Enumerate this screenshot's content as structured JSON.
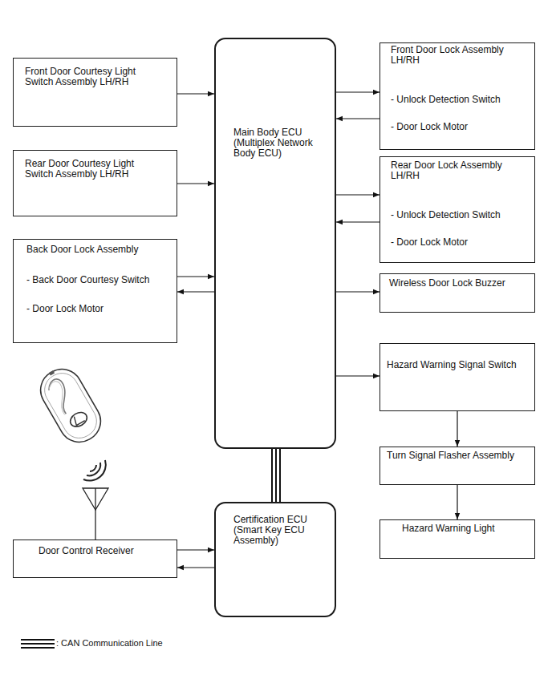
{
  "diagram": {
    "nodes": [
      {
        "text": [
          "Front Door Courtesy Light Switch Assembly LH/RH"
        ]
      },
      {
        "text": [
          "Main Body ECU (Multiplex Network Body ECU)"
        ]
      },
      {
        "text": [
          "Front Door Lock Assembly LH/RH",
          "- Unlock Detection Switch",
          "- Door Lock Motor"
        ]
      },
      {
        "text": [
          "Rear Door Courtesy Light Switch Assembly LH/RH"
        ]
      },
      {
        "text": [
          "Rear Door Lock Assembly LH/RH",
          "- Unlock Detection Switch",
          "- Door Lock Motor"
        ]
      },
      {
        "text": [
          "Back Door Lock Assembly",
          "- Back Door Courtesy Switch",
          "- Door Lock Motor"
        ]
      },
      {
        "text": [
          "Wireless Door Lock Buzzer"
        ]
      },
      {
        "text": [
          "Hazard Warning Signal Switch"
        ]
      },
      {
        "text": [
          "Turn Signal Flasher Assembly"
        ]
      },
      {
        "text": [
          "Hazard Warning Light"
        ]
      },
      {
        "text": [
          "Door Control Receiver"
        ]
      },
      {
        "text": [
          "Certification ECU (Smart Key ECU Assembly)"
        ]
      }
    ],
    "edges": [
      {
        "from": 0,
        "to": 1,
        "arrow": "to"
      },
      {
        "from": 1,
        "to": 2,
        "arrow": "to"
      },
      {
        "from": 2,
        "to": 1,
        "arrow": "to"
      },
      {
        "from": 3,
        "to": 1,
        "arrow": "to"
      },
      {
        "from": 1,
        "to": 4,
        "arrow": "to"
      },
      {
        "from": 4,
        "to": 1,
        "arrow": "to"
      },
      {
        "from": 5,
        "to": 1,
        "arrow": "to"
      },
      {
        "from": 1,
        "to": 5,
        "arrow": "to"
      },
      {
        "from": 1,
        "to": 6,
        "arrow": "to"
      },
      {
        "from": 1,
        "to": 7,
        "arrow": "to"
      },
      {
        "from": 7,
        "to": 8,
        "arrow": "to"
      },
      {
        "from": 8,
        "to": 9,
        "arrow": "to"
      },
      {
        "from": 10,
        "to": 11,
        "arrow": "to"
      },
      {
        "from": 11,
        "to": 10,
        "arrow": "to"
      },
      {
        "from": 1,
        "to": 11,
        "arrow": "none"
      }
    ],
    "legend": [
      {
        "text": ": CAN Communication Line"
      }
    ]
  }
}
